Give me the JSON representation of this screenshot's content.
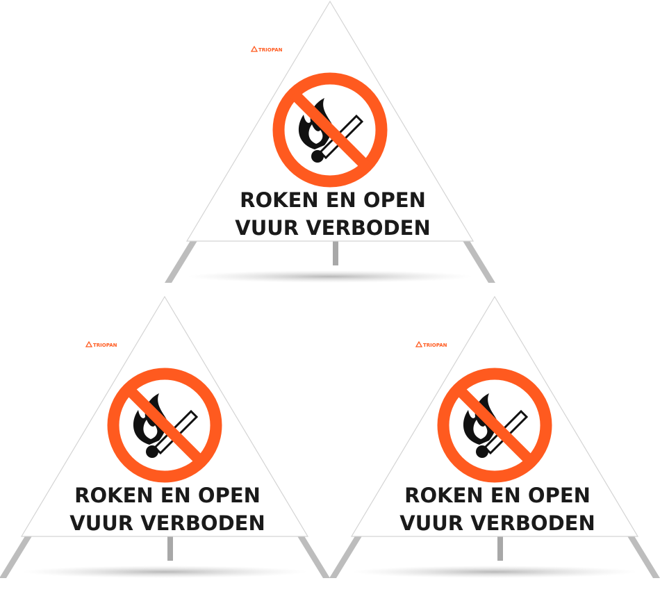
{
  "signs": [
    {
      "id": "top",
      "line1": "ROKEN EN OPEN",
      "line2": "VUUR VERBODEN",
      "logo": "TRIOPAN"
    },
    {
      "id": "bottom-left",
      "line1": "ROKEN EN OPEN",
      "line2": "VUUR VERBODEN",
      "logo": "TRIOPAN"
    },
    {
      "id": "bottom-right",
      "line1": "ROKEN EN OPEN",
      "line2": "VUUR VERBODEN",
      "logo": "TRIOPAN"
    }
  ],
  "colors": {
    "prohibition": "#ff5a1f",
    "text": "#1a1a1a",
    "legs": "#b8b8b8"
  }
}
